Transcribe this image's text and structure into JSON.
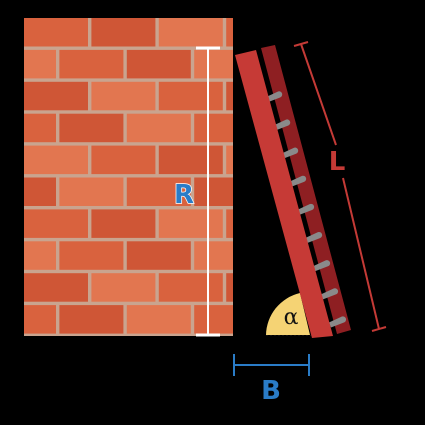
{
  "labels": {
    "height": "R",
    "length": "L",
    "base": "B",
    "angle": "α"
  },
  "colors": {
    "background": "#000000",
    "mortar": "#c9a48f",
    "brick_a": "#d9623e",
    "brick_b": "#cf5636",
    "brick_c": "#e27650",
    "ladder_front": "#c63a36",
    "ladder_back": "#8e1f22",
    "rung": "#8a8a8a",
    "height_marker": "#ffffff",
    "height_label": "#2a7cc7",
    "length_marker": "#c43a36",
    "base_marker": "#2a7cc7",
    "angle_fill": "#f5d374",
    "angle_label": "#111111"
  },
  "icons": {
    "wall": "brick-wall-icon",
    "ladder": "ladder-icon"
  }
}
